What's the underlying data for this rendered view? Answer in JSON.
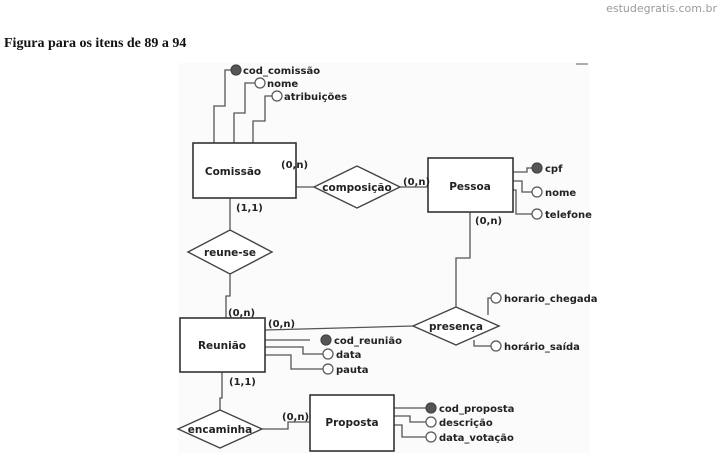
{
  "watermark": "estudegratis.com.br",
  "caption": "Figura para os itens de 89 a 94",
  "entities": {
    "comissao": "Comissão",
    "pessoa": "Pessoa",
    "reuniao": "Reunião",
    "proposta": "Proposta"
  },
  "relationships": {
    "composicao": "composição",
    "reune_se": "reune-se",
    "presenca": "presença",
    "encaminha": "encaminha"
  },
  "attributes": {
    "cod_comissao": "cod_comissão",
    "nome_comissao": "nome",
    "atribuicoes": "atribuições",
    "cpf": "cpf",
    "nome_pessoa": "nome",
    "telefone": "telefone",
    "horario_chegada": "horario_chegada",
    "horario_saida": "horário_saída",
    "cod_reuniao": "cod_reunião",
    "data": "data",
    "pauta": "pauta",
    "cod_proposta": "cod_proposta",
    "descricao": "descrição",
    "data_votacao": "data_votação"
  },
  "cardinalities": {
    "comissao_composicao": "(0,n)",
    "pessoa_composicao": "(0,n)",
    "comissao_reune": "(1,1)",
    "reuniao_reune": "(0,n)",
    "pessoa_presenca": "(0,n)",
    "reuniao_presenca": "(0,n)",
    "reuniao_encaminha": "(1,1)",
    "proposta_encaminha": "(0,n)"
  }
}
